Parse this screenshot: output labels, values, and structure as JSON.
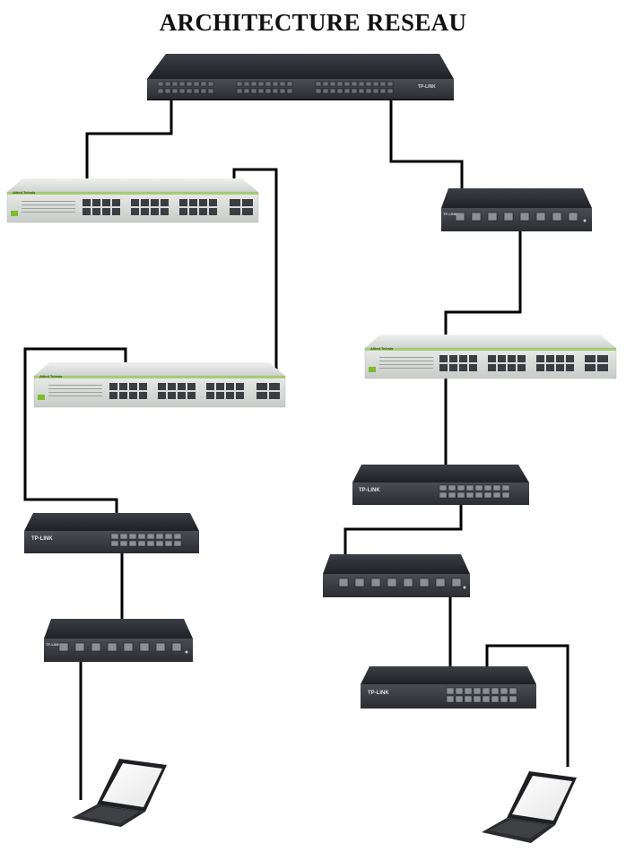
{
  "title": "ARCHITECTURE RESEAU",
  "brands": {
    "tplink": "TP-LINK",
    "alliedtelesis": "Allied Telesis"
  },
  "colors": {
    "cable": "#000000",
    "switch_dark": "#2f3136",
    "switch_light": "#dfe2e0",
    "accent_green": "#7dbb2a",
    "port": "#3a3d42"
  }
}
